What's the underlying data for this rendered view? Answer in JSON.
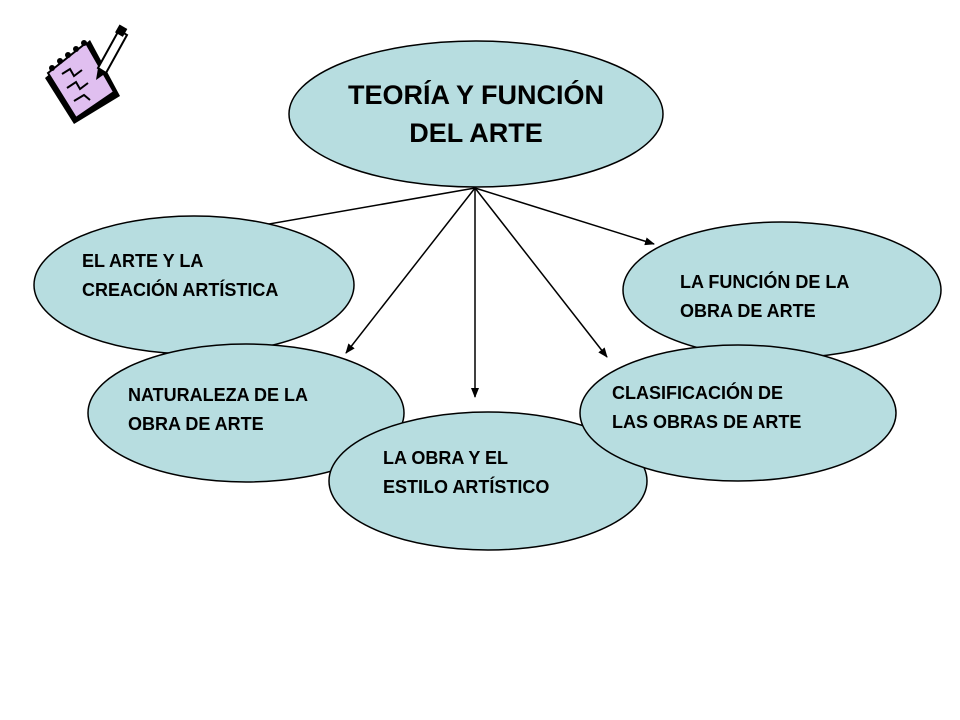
{
  "colors": {
    "node_fill": "#b7dde0",
    "node_stroke": "#000000",
    "arrow": "#000000",
    "text": "#000000"
  },
  "icon": "notepad-pencil-icon",
  "diagram": {
    "root": {
      "lines": [
        "TEORÍA Y FUNCIÓN",
        "DEL ARTE"
      ]
    },
    "nodes": [
      {
        "id": "arte-creacion",
        "lines": [
          "EL ARTE Y LA",
          "CREACIÓN ARTÍSTICA"
        ]
      },
      {
        "id": "naturaleza",
        "lines": [
          "NATURALEZA DE LA",
          "OBRA DE ARTE"
        ]
      },
      {
        "id": "obra-estilo",
        "lines": [
          "LA OBRA Y EL",
          "ESTILO ARTÍSTICO"
        ]
      },
      {
        "id": "clasificacion",
        "lines": [
          "CLASIFICACIÓN DE",
          "LAS OBRAS DE ARTE"
        ]
      },
      {
        "id": "funcion",
        "lines": [
          "LA FUNCIÓN DE LA",
          "OBRA DE ARTE"
        ]
      }
    ]
  }
}
